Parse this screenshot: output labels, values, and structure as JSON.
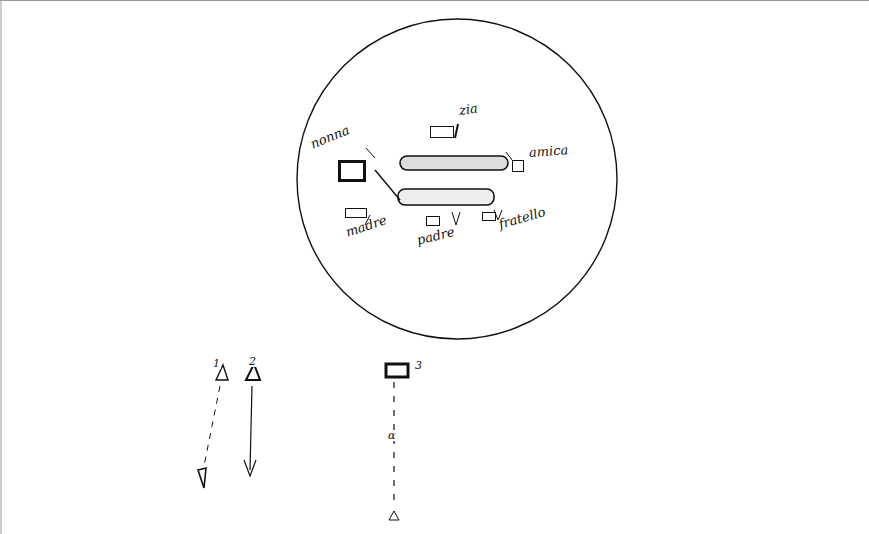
{
  "diagram": {
    "nodes": [
      {
        "text": [
          "nonna"
        ]
      },
      {
        "text": [
          "zia"
        ]
      },
      {
        "text": [
          "amica"
        ]
      },
      {
        "text": [
          "madre"
        ]
      },
      {
        "text": [
          "padre"
        ]
      },
      {
        "text": [
          "fratello"
        ]
      }
    ],
    "labels": [
      "1",
      "2",
      "3",
      "α"
    ]
  }
}
